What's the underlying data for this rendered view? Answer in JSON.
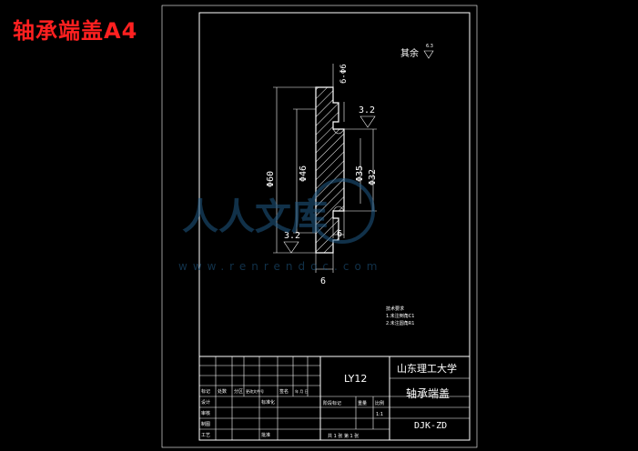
{
  "overlay_title": "轴承端盖A4",
  "watermark": {
    "brand": "人人文库",
    "url": "www.renrendoc.com"
  },
  "drawing": {
    "roughness_note": {
      "label": "其余",
      "value": "6.3"
    },
    "dimensions": {
      "holes": "6-Φ6",
      "outer_dia": "Φ60",
      "inner_dia": "Φ46",
      "bore_dia_a": "Φ35",
      "bore_dia_b": "Φ32",
      "roughness_top": "3.2",
      "roughness_left": "3.2",
      "width_inner": "6",
      "width_outer": "6"
    },
    "tech_requirements": {
      "title": "技术要求",
      "line1": "1.未注倒角C1",
      "line2": "2.未注圆角R1"
    }
  },
  "title_block": {
    "material": "LY12",
    "school": "山东理工大学",
    "part_name": "轴承端盖",
    "drawing_no": "DJK-ZD",
    "scale": "1:1",
    "sheet_info": "共 1  张 第 1 张",
    "hdr_mark": "标记",
    "hdr_count": "处数",
    "hdr_zone": "分区",
    "hdr_doc": "更改文件号",
    "hdr_sign": "签名",
    "hdr_date": "年 月 日",
    "row_design": "设计",
    "row_check": "审核",
    "row_draw": "制图",
    "row_process": "工艺",
    "row_std": "标准化",
    "row_approve": "批准",
    "stage_mark": "阶段标记",
    "weight": "重量",
    "ratio": "比例"
  }
}
